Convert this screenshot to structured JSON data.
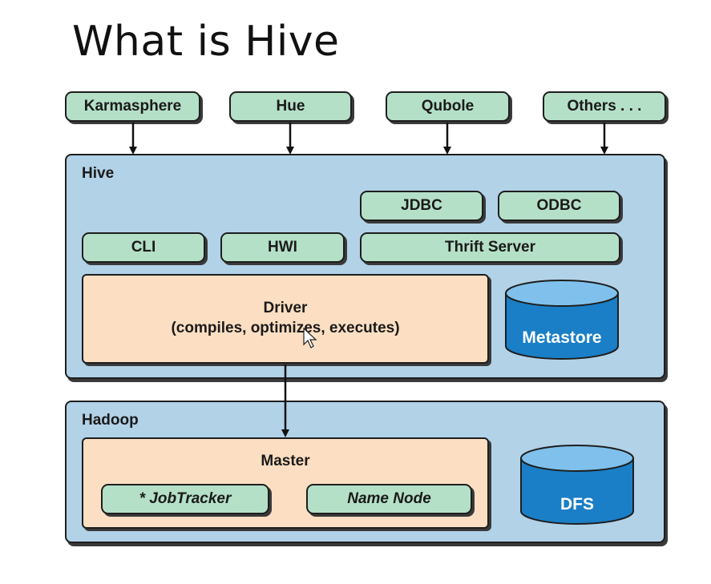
{
  "slide": {
    "title": "What is Hive"
  },
  "clients": [
    {
      "label": "Karmasphere"
    },
    {
      "label": "Hue"
    },
    {
      "label": "Qubole"
    },
    {
      "label": "Others . . ."
    }
  ],
  "hive": {
    "label": "Hive",
    "jdbc": "JDBC",
    "odbc": "ODBC",
    "cli": "CLI",
    "hwi": "HWI",
    "thrift": "Thrift Server",
    "driver_title": "Driver",
    "driver_subtitle": "(compiles, optimizes, executes)",
    "metastore": "Metastore"
  },
  "hadoop": {
    "label": "Hadoop",
    "master": "Master",
    "jobtracker": "* JobTracker",
    "namenode": "Name Node",
    "dfs": "DFS"
  },
  "colors": {
    "component_green": "#b5e0c8",
    "panel_blue": "#b2d2e8",
    "driver_peach": "#fcdfc2",
    "cylinder_blue": "#1a7fc6"
  }
}
